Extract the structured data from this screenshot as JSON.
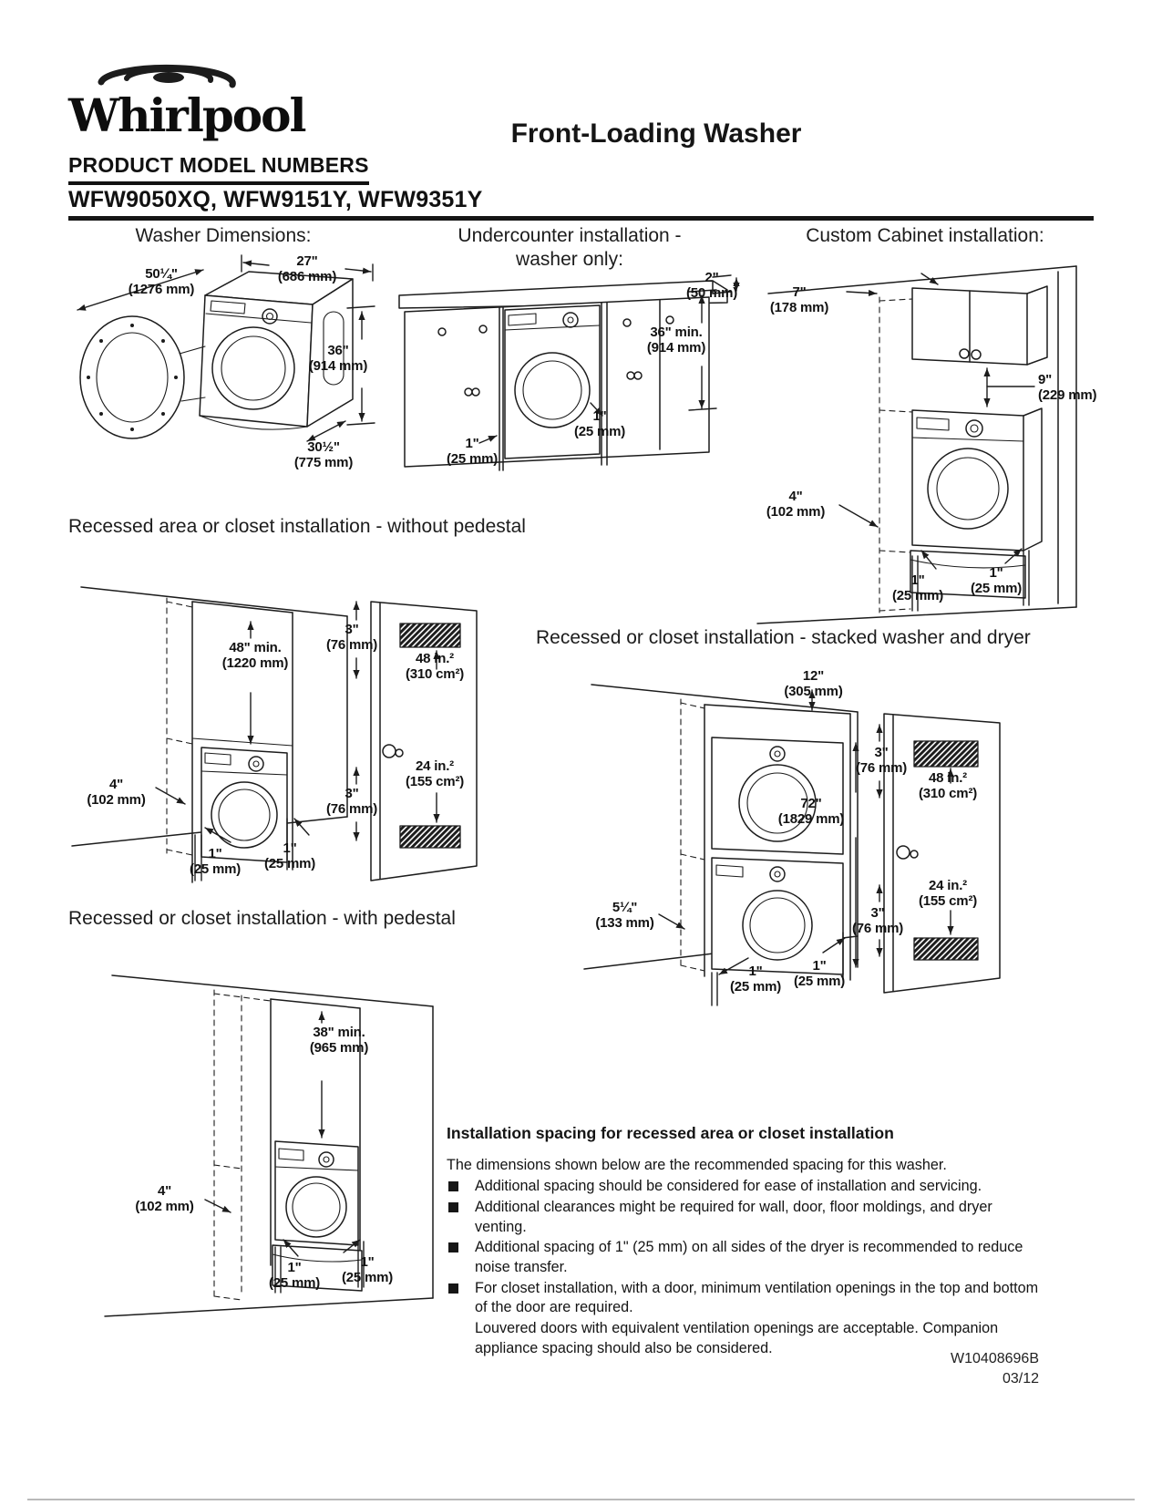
{
  "header": {
    "brand": "Whirlpool",
    "title": "Front-Loading Washer",
    "product_label": "PRODUCT MODEL NUMBERS",
    "models": "WFW9050XQ, WFW9151Y, WFW9351Y"
  },
  "sections": {
    "washer_dims": {
      "title": "Washer Dimensions:",
      "labels": {
        "width_door_open": "50¼\"\n(1276 mm)",
        "width": "27\"\n(686 mm)",
        "height": "36\"\n(914 mm)",
        "depth": "30½\"\n(775 mm)"
      }
    },
    "undercounter": {
      "title_line1": "Undercounter installation -",
      "title_line2": "washer only:",
      "labels": {
        "countertop": "2\"\n(50 mm)",
        "height_min": "36\" min.\n(914 mm)",
        "gap_mid": "1\"\n(25 mm)",
        "gap_left": "1\"\n(25 mm)"
      }
    },
    "custom_cabinet": {
      "title": "Custom Cabinet installation:",
      "labels": {
        "cabinet_depth": "7\"\n(178 mm)",
        "clearance_above": "9\"\n(229 mm)",
        "front_clearance": "4\"\n(102 mm)",
        "gap_mid": "1\"\n(25 mm)",
        "gap_right": "1\"\n(25 mm)"
      }
    },
    "recessed_no_pedestal": {
      "title": "Recessed area or closet installation - without pedestal",
      "labels": {
        "height_min": "48\" min.\n(1220 mm)",
        "gap_top": "3\"\n(76 mm)",
        "vent_top": "48 in.²\n(310 cm²)",
        "vent_bottom": "24 in.²\n(155 cm²)",
        "gap_bottom": "3\"\n(76 mm)",
        "front_clearance": "4\"\n(102 mm)",
        "gap_left": "1\"\n(25 mm)",
        "gap_right": "1\"\n(25 mm)"
      }
    },
    "stacked": {
      "title": "Recessed or closet installation - stacked washer and dryer",
      "labels": {
        "top_clearance": "12\"\n(305 mm)",
        "gap_top": "3\"\n(76 mm)",
        "vent_top": "48 in.²\n(310 cm²)",
        "height": "72\"\n(1829 mm)",
        "vent_bottom": "24 in.²\n(155 cm²)",
        "gap_bottom": "3\"\n(76 mm)",
        "front_clearance": "5¼\"\n(133 mm)",
        "gap_left": "1\"\n(25 mm)",
        "gap_right": "1\"\n(25 mm)"
      }
    },
    "with_pedestal": {
      "title": "Recessed or closet installation - with pedestal",
      "labels": {
        "height_min": "38\" min.\n(965 mm)",
        "front_clearance": "4\"\n(102 mm)",
        "gap_left": "1\"\n(25 mm)",
        "gap_right": "1\"\n(25 mm)"
      }
    }
  },
  "notes": {
    "heading": "Installation spacing for recessed area or closet installation",
    "intro": "The dimensions shown below are the recommended spacing for this washer.",
    "bullets": [
      "Additional spacing should be considered for ease of installation and servicing.",
      "Additional clearances might be required for wall, door, floor moldings, and dryer venting.",
      "Additional spacing of 1\" (25 mm) on all sides of the dryer is recommended to reduce noise transfer.",
      "For closet installation, with a door, minimum ventilation openings in the top and bottom of the door are required."
    ],
    "continuation": "Louvered doors with equivalent ventilation openings are acceptable. Companion appliance spacing should also be considered."
  },
  "footer": {
    "doc_number": "W10408696B",
    "date": "03/12"
  }
}
